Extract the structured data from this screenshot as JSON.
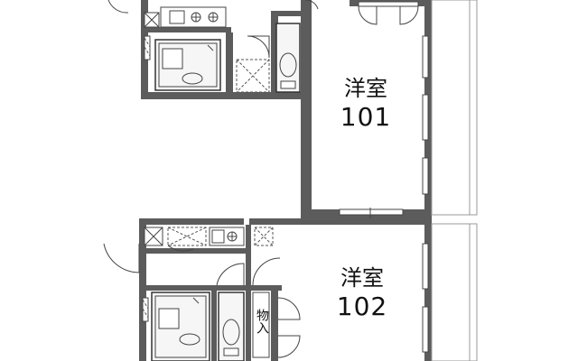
{
  "units": [
    {
      "room_type": "洋室",
      "unit_number": "101"
    },
    {
      "room_type": "洋室",
      "unit_number": "102"
    }
  ],
  "closet_label": "物入",
  "colors": {
    "wall": "#5c5c5c",
    "line": "#444444",
    "background": "#ffffff"
  }
}
